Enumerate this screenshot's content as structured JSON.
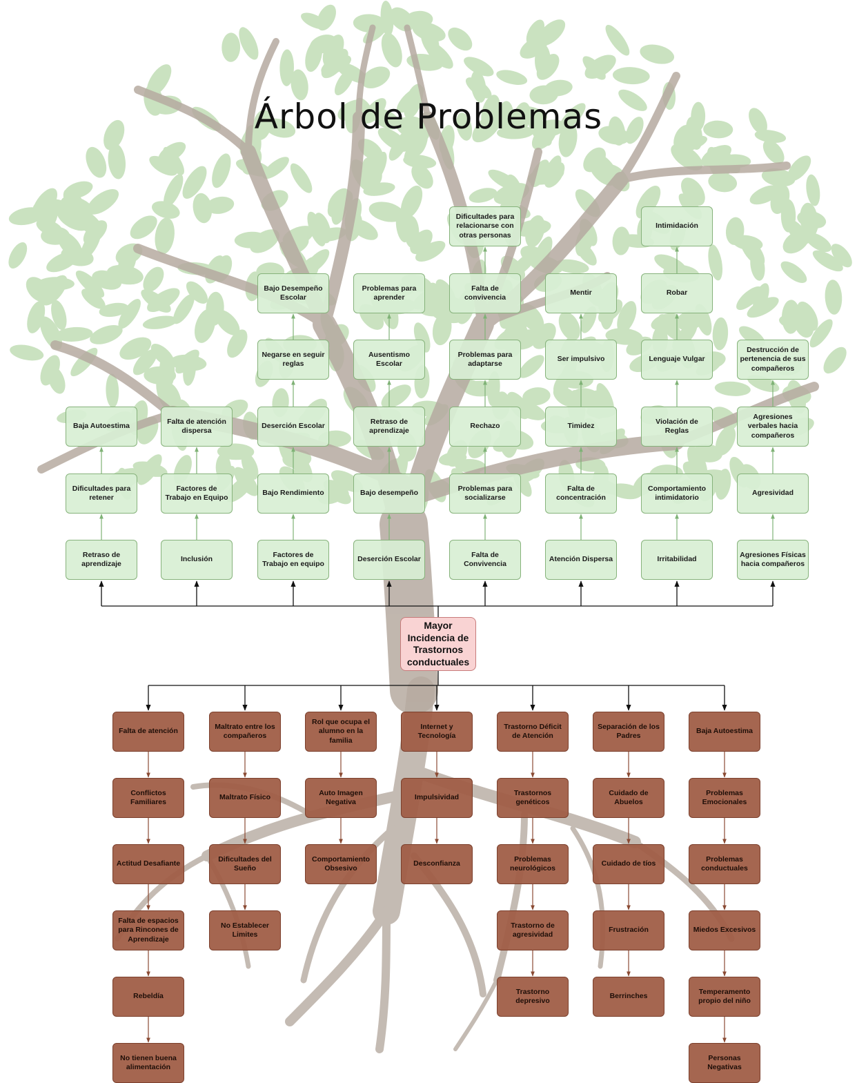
{
  "title": "Árbol de Problemas",
  "central_problem": "Mayor Incidencia de Trastornos conductuales",
  "effects": [
    [
      "Retraso de aprendizaje",
      "Dificultades para retener",
      "Baja Autoestima"
    ],
    [
      "Inclusión",
      "Factores de Trabajo en Equipo",
      "Falta de atención dispersa"
    ],
    [
      "Factores de Trabajo en equipo",
      "Bajo Rendimiento",
      "Deserción Escolar",
      "Negarse en seguir reglas",
      "Bajo Desempeño Escolar"
    ],
    [
      "Deserción Escolar",
      "Bajo desempeño",
      "Retraso de aprendizaje",
      "Ausentismo Escolar",
      "Problemas para aprender"
    ],
    [
      "Falta de Convivencia",
      "Problemas para socializarse",
      "Rechazo",
      "Problemas para adaptarse",
      "Falta de convivencia",
      "Dificultades para relacionarse con otras personas"
    ],
    [
      "Atención Dispersa",
      "Falta de concentración",
      "Timidez",
      "Ser impulsivo",
      "Mentir"
    ],
    [
      "Irritabilidad",
      "Comportamiento intimidatorio",
      "Violación de Reglas",
      "Lenguaje Vulgar",
      "Robar",
      "Intimidación"
    ],
    [
      "Agresiones Físicas hacia compañeros",
      "Agresividad",
      "Agresiones verbales hacia compañeros",
      "Destrucción de pertenencia de sus compañeros"
    ]
  ],
  "causes": [
    [
      "Falta de atención",
      "Conflictos Familiares",
      "Actitud Desafiante",
      "Falta de espacios para Rincones de Aprendizaje",
      "Rebeldía",
      "No tienen buena alimentación"
    ],
    [
      "Maltrato entre los compañeros",
      "Maltrato Físico",
      "Dificultades del Sueño",
      "No Establecer Limites"
    ],
    [
      "Rol que ocupa el alumno en la familia",
      "Auto Imagen Negativa",
      "Comportamiento Obsesivo"
    ],
    [
      "Internet y Tecnología",
      "Impulsividad",
      "Desconfianza"
    ],
    [
      "Trastorno Déficit de Atención",
      "Trastornos genéticos",
      "Problemas neurológicos",
      "Trastorno de agresividad",
      "Trastorno depresivo"
    ],
    [
      "Separación de los Padres",
      "Cuidado de Abuelos",
      "Cuidado de tíos",
      "Frustración",
      "Berrinches"
    ],
    [
      "Baja Autoestima",
      "Problemas Emocionales",
      "Problemas conductuales",
      "Miedos Excesivos",
      "Temperamento propio del niño",
      "Personas Negativas"
    ]
  ]
}
